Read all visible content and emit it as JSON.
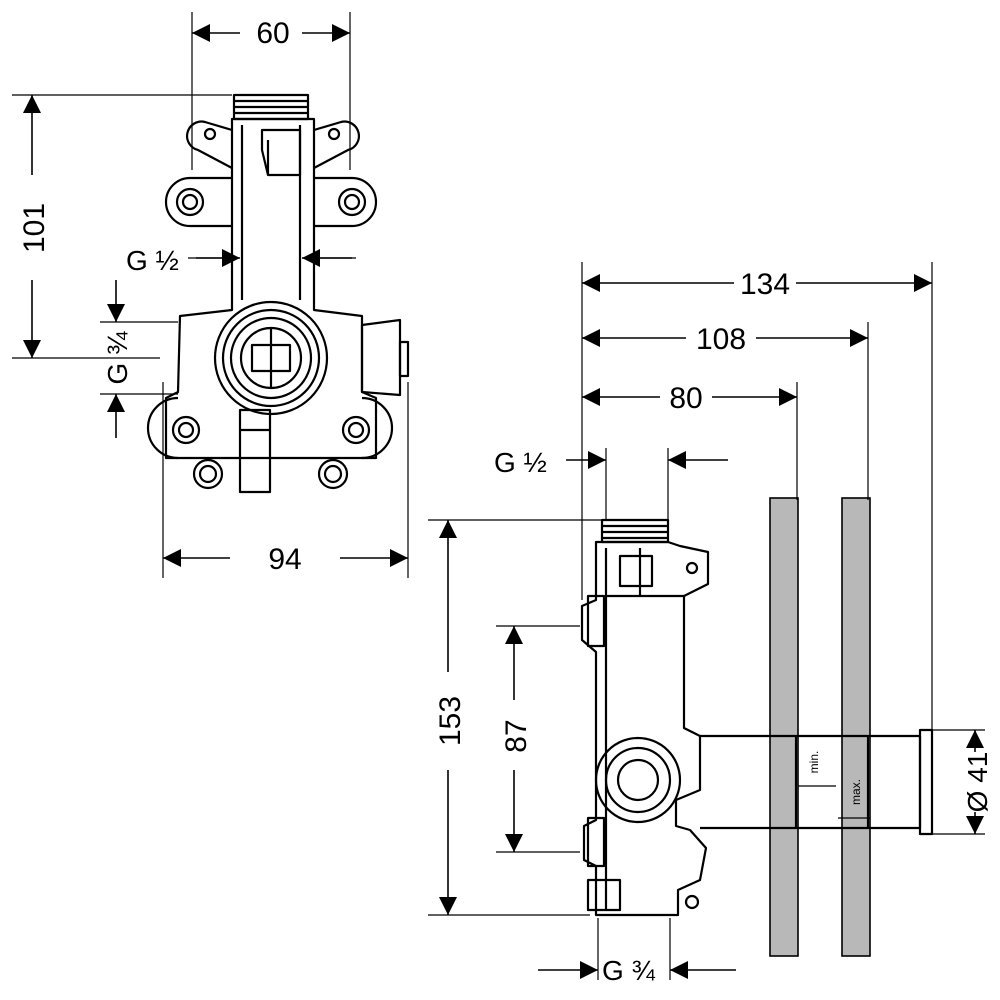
{
  "colors": {
    "line": "#000000",
    "wall": "#b8b8b8",
    "background": "#ffffff"
  },
  "front_view": {
    "width_top": "60",
    "height": "101",
    "thread_outlet": "G ½",
    "thread_inlet": "G ¾",
    "width_bottom": "94"
  },
  "side_view": {
    "depth_total": "134",
    "depth_max": "108",
    "depth_min": "80",
    "thread_outlet": "G ½",
    "height": "153",
    "inlet_spacing": "87",
    "thread_inlet": "G ¾",
    "sleeve_diameter": "Ø 41",
    "wall_min_label": "min.",
    "wall_max_label": "max."
  }
}
